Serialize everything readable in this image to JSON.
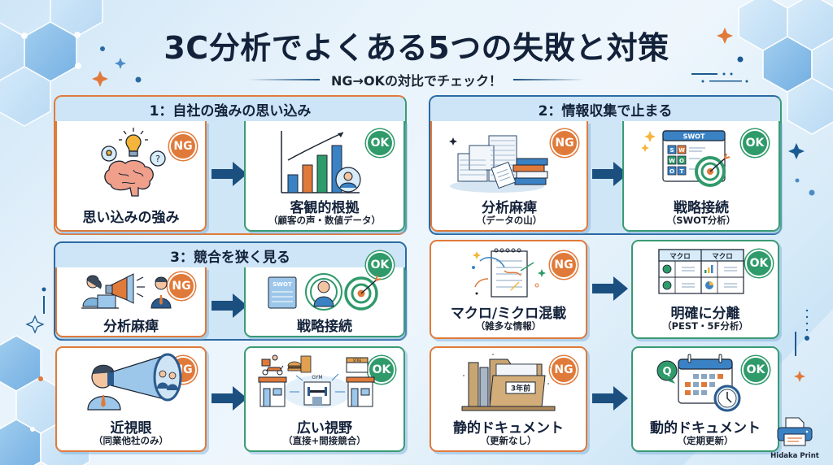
{
  "header": {
    "title": "3C分析でよくある5つの失敗と対策",
    "subtitle": "NG→OKの対比でチェック！"
  },
  "badges": {
    "ng": "NG",
    "ok": "OK"
  },
  "colors": {
    "ng": "#e07a3a",
    "ok": "#2f9a6a",
    "arrow": "#1a4f80",
    "title": "#13223a",
    "header_band": "#cde5f6"
  },
  "sections": [
    {
      "heading": "1：自社の強みの思い込み",
      "ng": {
        "label": "思い込みの強み",
        "sub": "",
        "icon": "brain-lightbulb-icon"
      },
      "ok": {
        "label": "客観的根拠",
        "sub": "（顧客の声・数値データ）",
        "icon": "bar-chart-growth-icon"
      }
    },
    {
      "heading": "2：情報収集で止まる",
      "ng": {
        "label": "分析麻痺",
        "sub": "（データの山）",
        "icon": "paper-pile-icon"
      },
      "ok": {
        "label": "戦略接続",
        "sub": "（SWOT分析）",
        "icon": "swot-target-icon",
        "swot_title": "SWOT",
        "swot_cells": [
          "S",
          "W",
          "W",
          "O",
          "O",
          "T"
        ]
      }
    },
    {
      "heading": "3：競合を狭く見る",
      "ng": {
        "label": "分析麻痺",
        "sub": "",
        "icon": "megaphone-people-icon"
      },
      "ok": {
        "label": "戦略接続",
        "sub": "",
        "icon": "swot-person-target-icon",
        "swot_title": "SWOT"
      }
    },
    {
      "heading": "",
      "ng": {
        "label": "マクロ/ミクロ混載",
        "sub": "（雑多な情報）",
        "icon": "messy-notepad-icon"
      },
      "ok": {
        "label": "明確に分離",
        "sub": "（PEST・5F分析）",
        "icon": "separated-table-icon",
        "table_headers": [
          "マクロ",
          "マクロ"
        ]
      }
    },
    {
      "heading": "",
      "ng": {
        "label": "近視眼",
        "sub": "（同業他社のみ）",
        "icon": "telescope-icon"
      },
      "ok": {
        "label": "広い視野",
        "sub": "（直接+間接競合）",
        "icon": "competitor-map-icon",
        "gym_label": "GYM",
        "store_label": "STRE"
      }
    },
    {
      "heading": "",
      "ng": {
        "label": "静的ドキュメント",
        "sub": "（更新なし）",
        "icon": "old-folder-icon",
        "folder_tag": "3年前"
      },
      "ok": {
        "label": "動的ドキュメント",
        "sub": "（定期更新）",
        "icon": "calendar-clock-icon",
        "q_label": "Q"
      }
    }
  ],
  "logo": {
    "text": "Hidaka Print",
    "icon": "printer-icon"
  }
}
